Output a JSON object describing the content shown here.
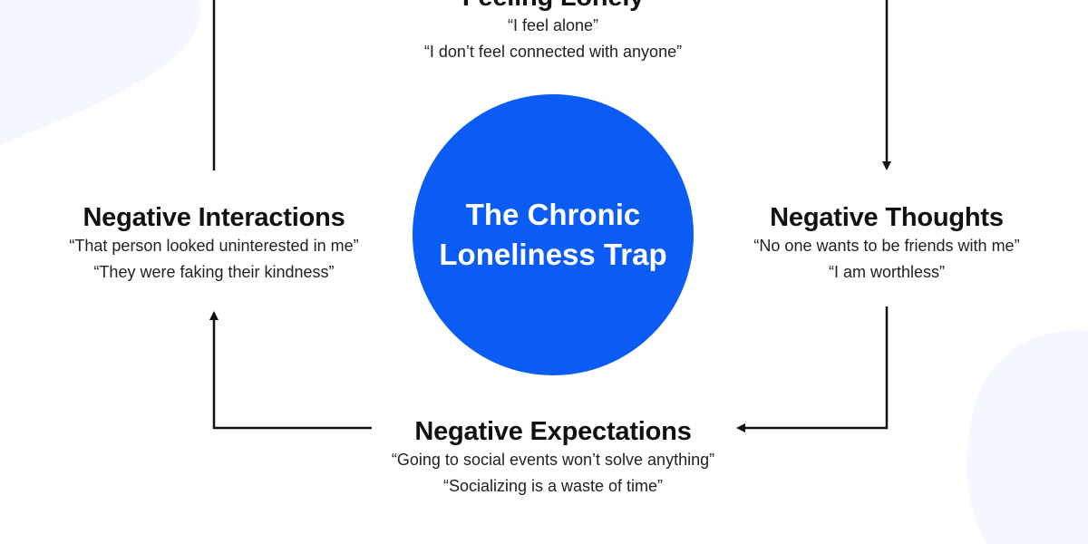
{
  "center": {
    "title": "The Chronic Loneliness Trap",
    "color": "#0a5cf5"
  },
  "nodes": {
    "top": {
      "title": "Feeling Lonely",
      "quotes": [
        "“I feel alone”",
        "“I don’t feel connected with anyone”"
      ]
    },
    "right": {
      "title": "Negative Thoughts",
      "quotes": [
        "“No one wants to be friends with me”",
        "“I am worthless”"
      ]
    },
    "bottom": {
      "title": "Negative Expectations",
      "quotes": [
        "“Going to social events won’t solve anything”",
        "“Socializing is a waste of time”"
      ]
    },
    "left": {
      "title": "Negative Interactions",
      "quotes": [
        "“That person looked uninterested in me”",
        "“They were faking their kindness”"
      ]
    }
  },
  "background_blob_color": "#f4f7fe"
}
